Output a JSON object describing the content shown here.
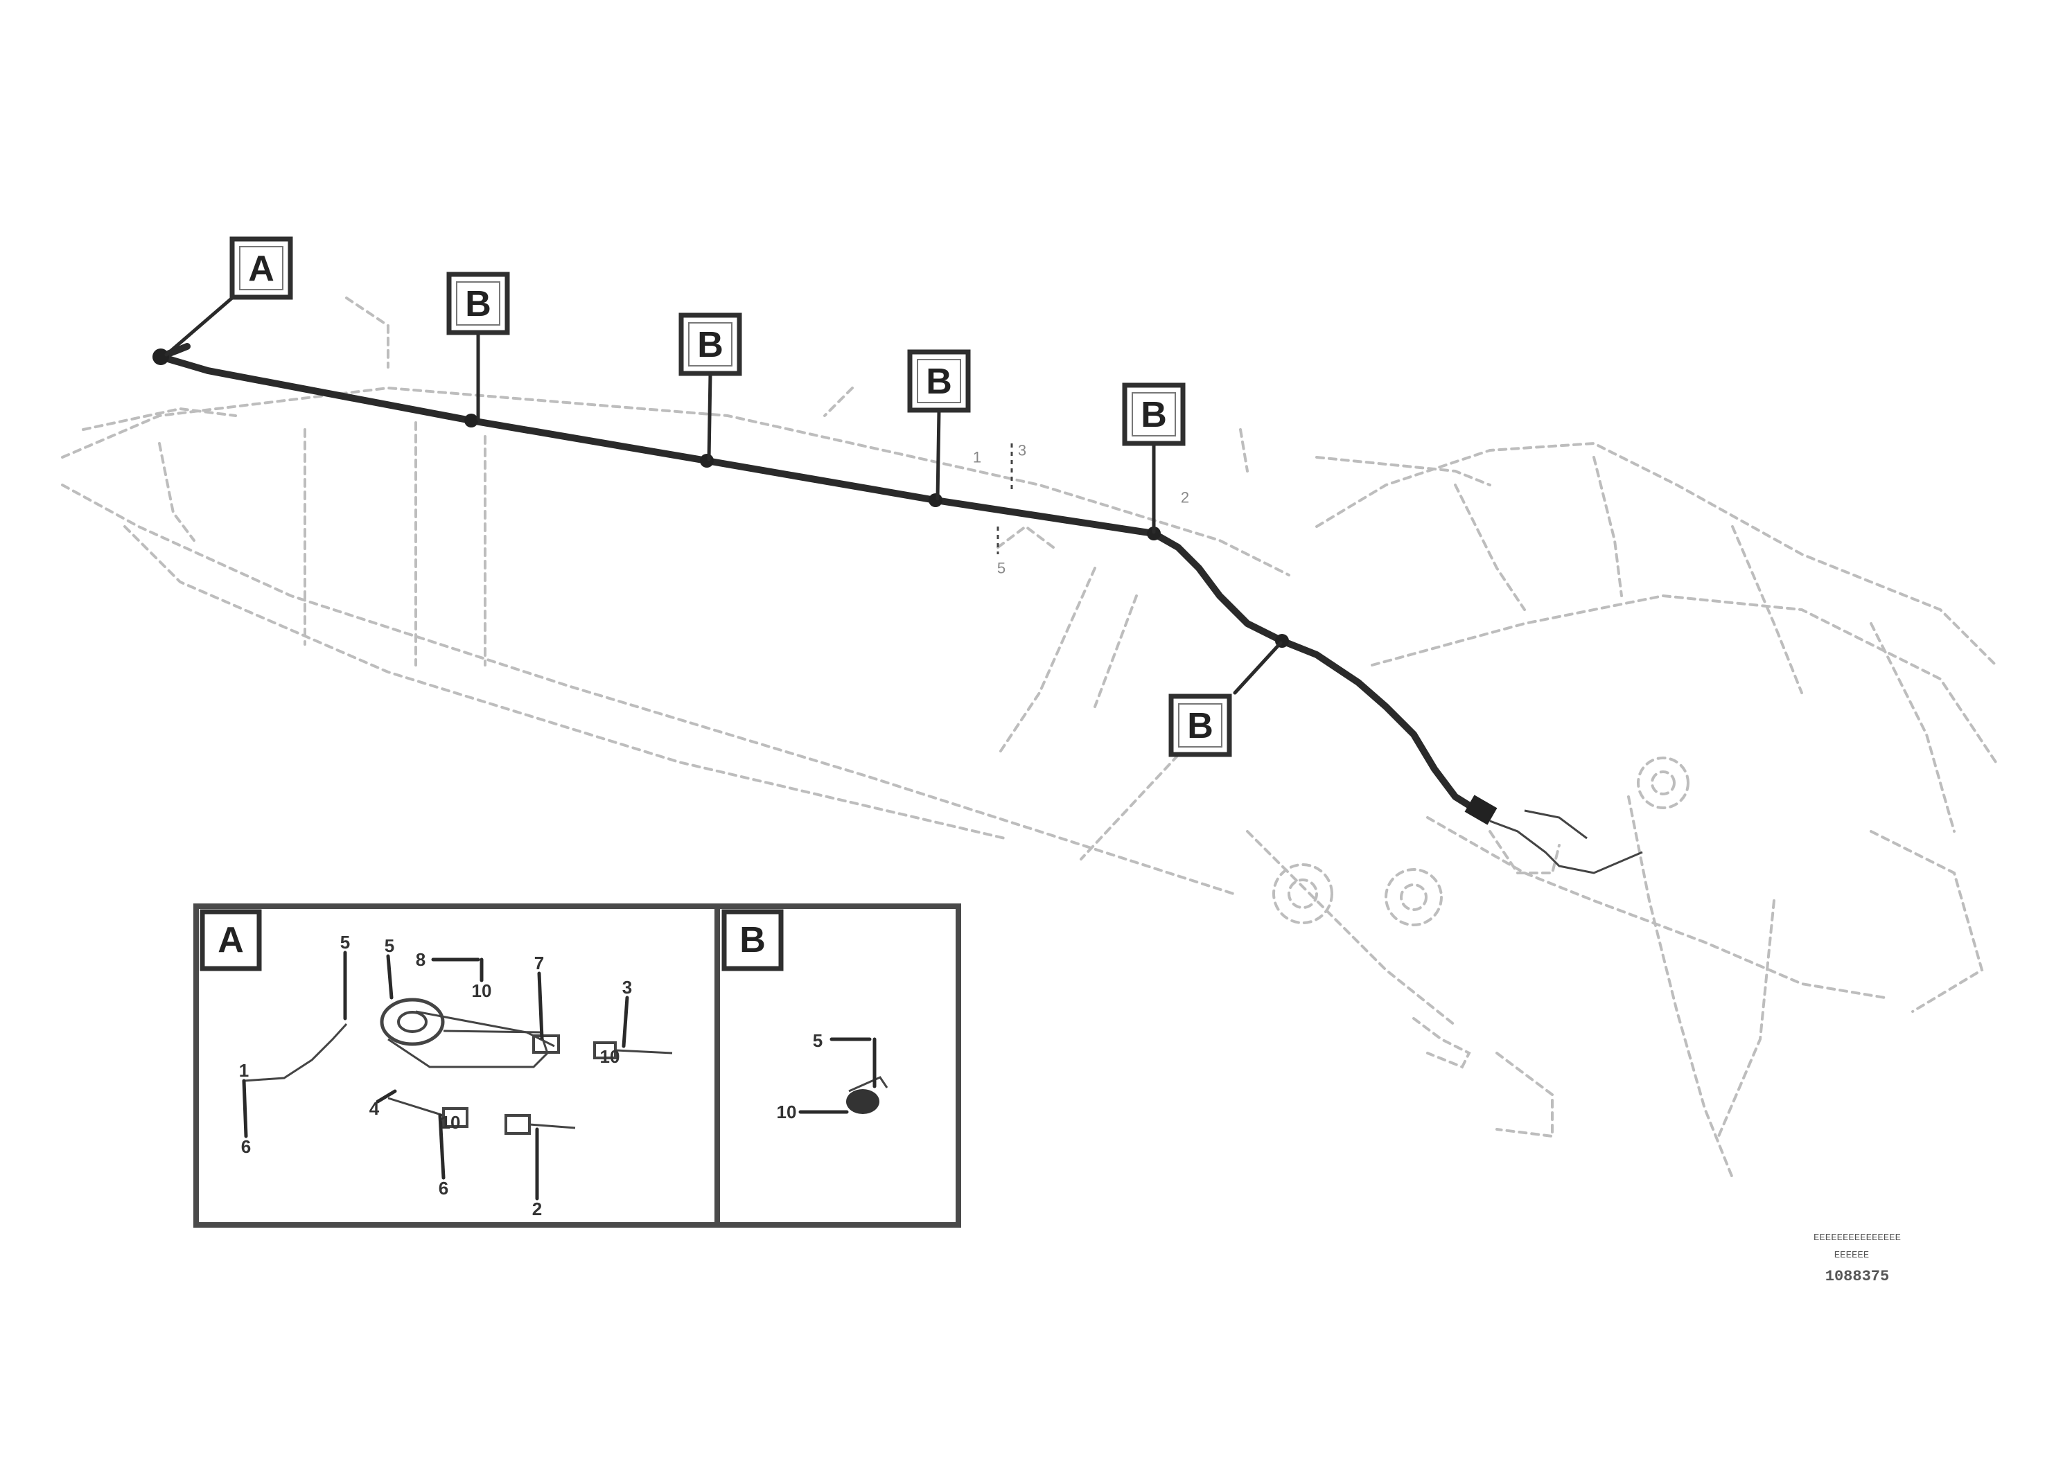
{
  "diagram": {
    "tags": {
      "a_main": "A",
      "b1": "B",
      "b2": "B",
      "b3": "B",
      "b4": "B",
      "b5": "B"
    },
    "callouts_main": {
      "n1": "3",
      "n2": "5",
      "n3": "1",
      "n4": "2"
    },
    "detail_a": {
      "tag": "A",
      "numbers": [
        "5",
        "5",
        "8",
        "10",
        "7",
        "3",
        "1",
        "6",
        "4",
        "10",
        "10",
        "6",
        "2"
      ]
    },
    "detail_b": {
      "tag": "B",
      "numbers": [
        "5",
        "10"
      ]
    },
    "reference": {
      "line1": "EEEEEEEEEEEEEEE",
      "line2": "EEEEEE",
      "line3": "1088375"
    }
  }
}
